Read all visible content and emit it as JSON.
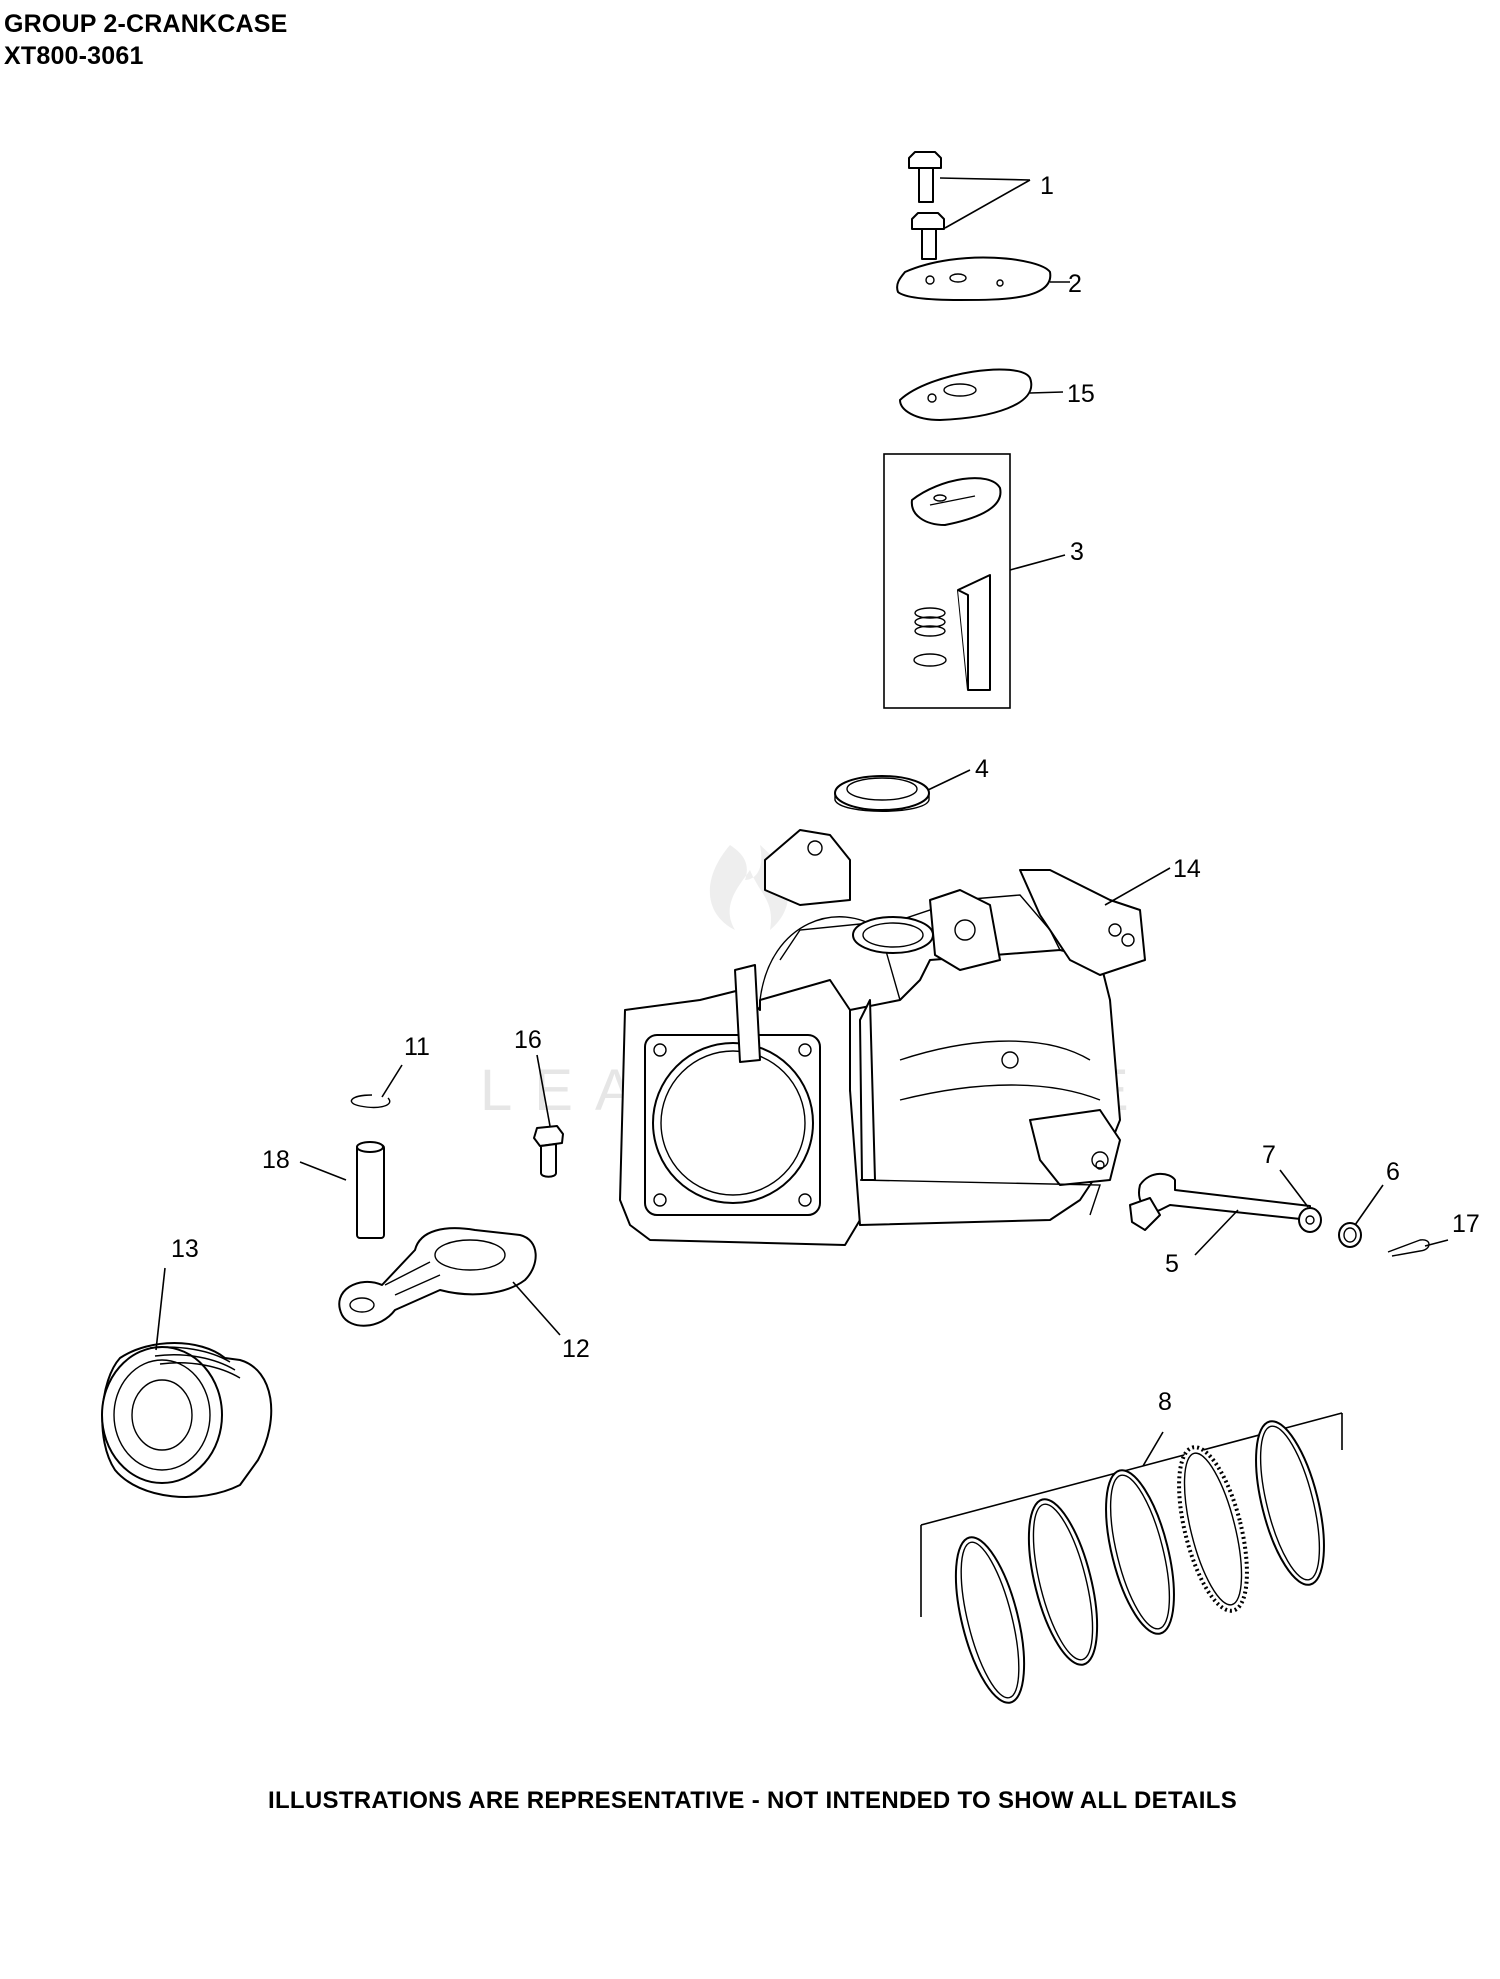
{
  "header": {
    "group_title": "GROUP 2-CRANKCASE",
    "model": "XT800-3061"
  },
  "watermark": "LEADVENTURE",
  "callouts": [
    "1",
    "2",
    "15",
    "3",
    "4",
    "14",
    "11",
    "16",
    "18",
    "12",
    "13",
    "5",
    "7",
    "6",
    "17",
    "8"
  ],
  "footer": {
    "note": "ILLUSTRATIONS ARE REPRESENTATIVE - NOT INTENDED TO SHOW ALL DETAILS"
  },
  "colors": {
    "line": "#000000",
    "background": "#ffffff",
    "watermark": "#e6e6e6"
  }
}
